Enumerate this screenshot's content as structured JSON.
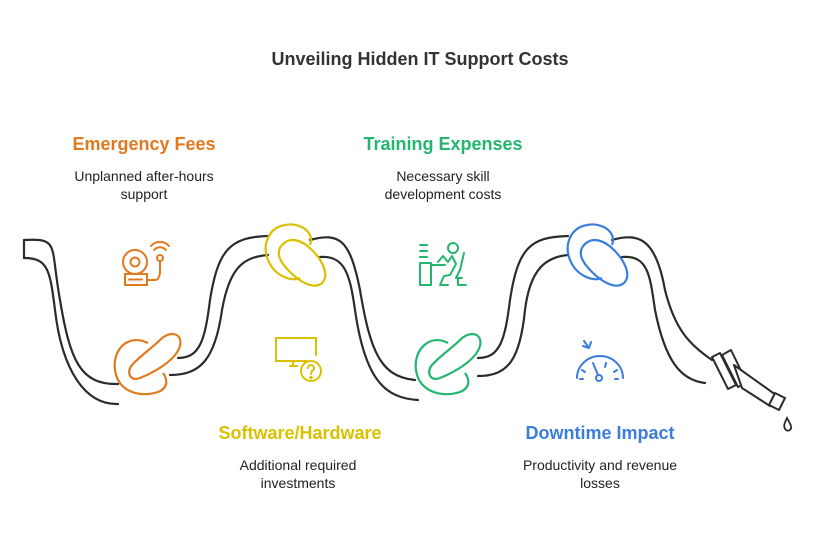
{
  "title": "Unveiling Hidden IT Support Costs",
  "colors": {
    "emergency": "#E07A1F",
    "software": "#D9C100",
    "training": "#22B66E",
    "downtime": "#3B7DDD",
    "hose": "#2b2b2b",
    "title": "#333333"
  },
  "items": [
    {
      "heading": "Emergency Fees",
      "description_line1": "Unplanned after-hours",
      "description_line2": "support",
      "icon": "alarm-bell-icon",
      "position": "top"
    },
    {
      "heading": "Software/Hardware",
      "description_line1": "Additional required",
      "description_line2": "investments",
      "icon": "monitor-question-icon",
      "position": "bottom"
    },
    {
      "heading": "Training Expenses",
      "description_line1": "Necessary skill",
      "description_line2": "development costs",
      "icon": "person-at-desk-icon",
      "position": "top"
    },
    {
      "heading": "Downtime Impact",
      "description_line1": "Productivity and revenue",
      "description_line2": "losses",
      "icon": "speedometer-down-icon",
      "position": "bottom"
    }
  ],
  "decorations": {
    "hose": "tangled-hose",
    "knots": 4,
    "nozzle": "hose-nozzle-icon",
    "drop": "water-drop-icon"
  }
}
